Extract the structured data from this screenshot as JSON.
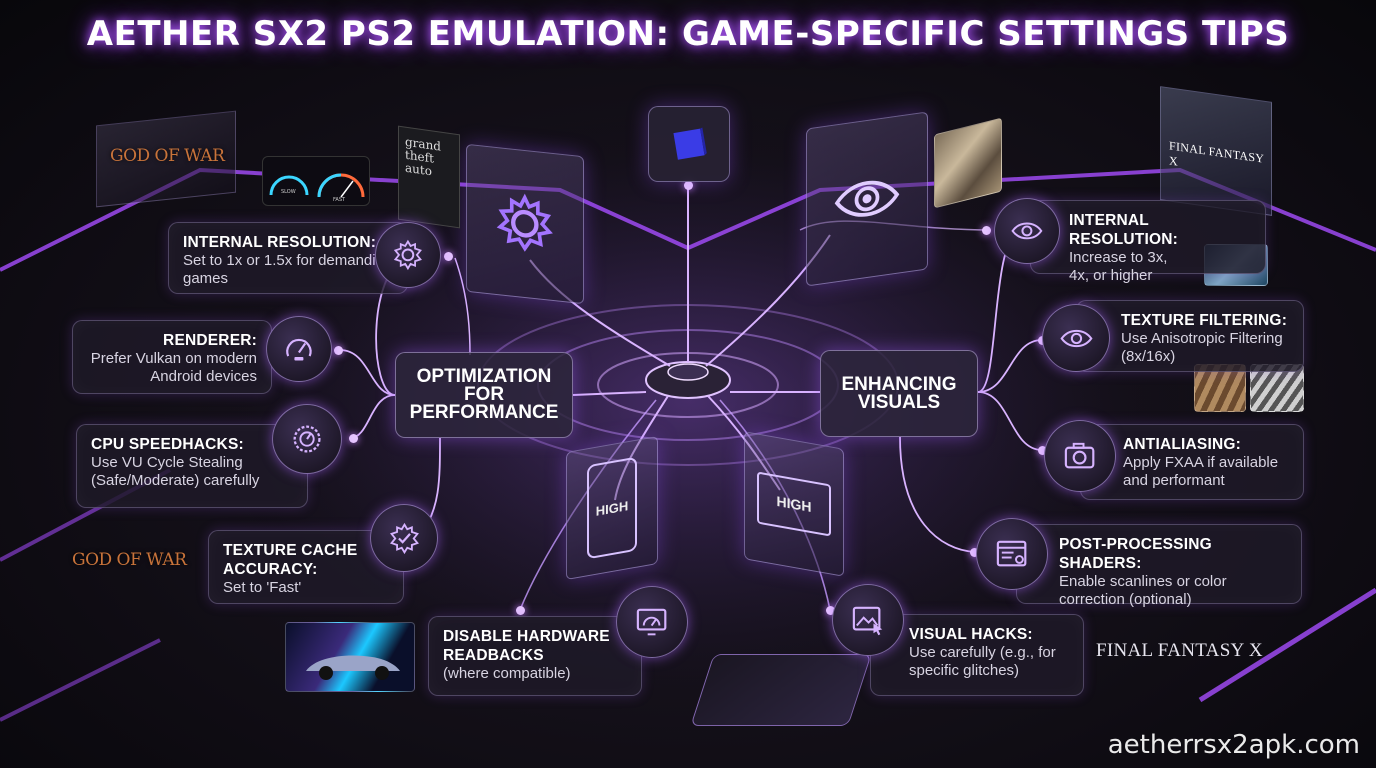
{
  "title": "AETHER SX2 PS2 EMULATION: GAME-SPECIFIC SETTINGS TIPS",
  "watermark": "aetherrsx2apk.com",
  "colors": {
    "accent": "#b25cff",
    "glow": "#8a2be2",
    "card_bg": "#1e1a28"
  },
  "hubs": {
    "performance": "OPTIMIZATION FOR PERFORMANCE",
    "visuals": "ENHANCING VISUALS"
  },
  "left_cards": [
    {
      "id": "internal-resolution-low",
      "heading": "INTERNAL RESOLUTION:",
      "body": "Set to 1x or 1.5x for demanding games",
      "icon": "gear-icon"
    },
    {
      "id": "renderer",
      "heading": "RENDERER:",
      "body": "Prefer Vulkan on modern Android devices",
      "icon": "speedometer-icon"
    },
    {
      "id": "cpu-speedhacks",
      "heading": "CPU SPEEDHACKS:",
      "body": "Use VU Cycle Stealing (Safe/Moderate) carefully",
      "icon": "gauge-icon"
    },
    {
      "id": "texture-cache",
      "heading": "TEXTURE CACHE ACCURACY:",
      "body": "Set to 'Fast'",
      "icon": "gear-check-icon"
    },
    {
      "id": "hardware-readbacks",
      "heading": "DISABLE HARDWARE READBACKS",
      "body": "(where compatible)",
      "icon": "monitor-gauge-icon"
    }
  ],
  "right_cards": [
    {
      "id": "internal-resolution-high",
      "heading": "INTERNAL RESOLUTION:",
      "body": "Increase to 3x, 4x, or higher",
      "icon": "eye-icon"
    },
    {
      "id": "texture-filtering",
      "heading": "TEXTURE FILTERING:",
      "body": "Use Anisotropic Filtering (8x/16x)",
      "icon": "eye-icon"
    },
    {
      "id": "antialiasing",
      "heading": "ANTIALIASING:",
      "body": "Apply FXAA if available and performant",
      "icon": "camera-icon"
    },
    {
      "id": "post-processing",
      "heading": "POST-PROCESSING SHADERS:",
      "body": "Enable scanlines or color correction (optional)",
      "icon": "window-settings-icon"
    },
    {
      "id": "visual-hacks",
      "heading": "VISUAL HACKS:",
      "body": "Use carefully (e.g., for specific glitches)",
      "icon": "image-cursor-icon"
    }
  ],
  "logos": {
    "gow": "GOD OF WAR",
    "ffx": "FINAL FANTASY X",
    "gta": "grand theft auto"
  },
  "device_labels": {
    "phone": "HIGH",
    "monitor": "HIGH",
    "gauge_slow": "SLOW",
    "gauge_fast": "FAST"
  }
}
